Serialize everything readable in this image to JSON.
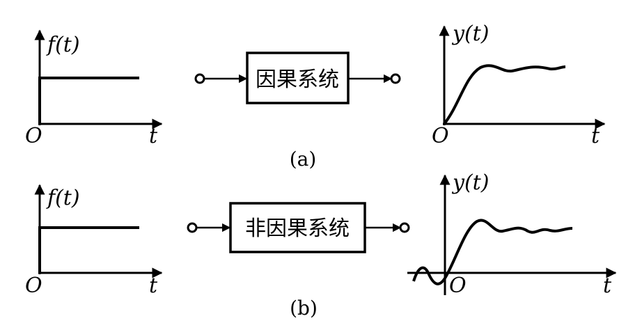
{
  "rows": [
    {
      "input": {
        "y_label": "f(t)",
        "x_label": "t",
        "origin": "O"
      },
      "system_label": "因果系统",
      "output": {
        "y_label": "y(t)",
        "x_label": "t",
        "origin": "O"
      },
      "caption": "(a)"
    },
    {
      "input": {
        "y_label": "f(t)",
        "x_label": "t",
        "origin": "O"
      },
      "system_label": "非因果系统",
      "output": {
        "y_label": "y(t)",
        "x_label": "t",
        "origin": "O"
      },
      "caption": "(b)"
    }
  ]
}
